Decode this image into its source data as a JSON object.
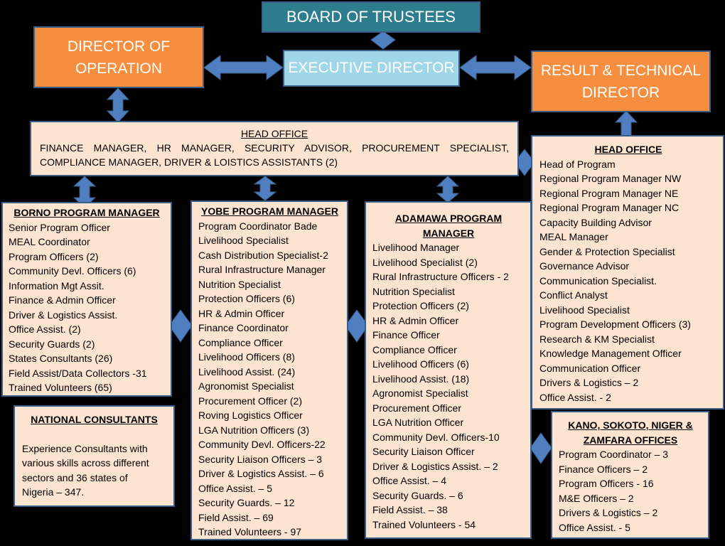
{
  "board": "BOARD OF TRUSTEES",
  "director_operation": [
    "DIRECTOR OF",
    "OPERATION"
  ],
  "executive_director": "EXECUTIVE DIRECTOR",
  "result_director": [
    "RESULT & TECHNICAL",
    "DIRECTOR"
  ],
  "head_office_left": {
    "title": "HEAD OFFICE",
    "line1": "FINANCE MANAGER, HR MANAGER, SECURITY ADVISOR, PROCUREMENT SPECIALIST,",
    "line2": "COMPLIANCE MANAGER, DRIVER & LOISTICS ASSISTANTS (2)"
  },
  "head_office_right": {
    "title": "HEAD OFFICE",
    "items": [
      "Head of Program",
      "Regional Program Manager NW",
      "Regional Program Manager NE",
      "Regional Program Manager NC",
      "Capacity Building Advisor",
      "MEAL Manager",
      "Gender & Protection Specialist",
      "Governance Advisor",
      "Communication Specialist.",
      "Conflict Analyst",
      "Livelihood Specialist",
      "Program Development Officers (3)",
      "Research & KM Specialist",
      "Knowledge Management Officer",
      "Communication Officer",
      "Drivers & Logistics – 2",
      "Office Assist. - 2"
    ]
  },
  "borno": {
    "title": "BORNO PROGRAM MANAGER",
    "items": [
      "Senior Program Officer",
      "MEAL Coordinator",
      "Program Officers (2)",
      "Community Devl. Officers (6)",
      "Information Mgt Assit.",
      "Finance & Admin Officer",
      "Driver & Logistics Assist.",
      "Office Assist. (2)",
      "Security Guards (2)",
      "States Consultants (26)",
      "Field Assist/Data Collectors -31",
      "Trained Volunteers (65)"
    ]
  },
  "national": {
    "title": "NATIONAL CONSULTANTS",
    "body": [
      "Experience Consultants with",
      "various skills across different",
      "sectors and 36 states of",
      "Nigeria – 347."
    ]
  },
  "yobe": {
    "title": "YOBE PROGRAM MANAGER",
    "items": [
      "Program Coordinator Bade",
      "Livelihood Specialist",
      "Cash Distribution Specialist-2",
      "Rural Infrastructure Manager",
      "Nutrition Specialist",
      "Protection Officers (6)",
      "HR & Admin Officer",
      "Finance Coordinator",
      "Compliance Officer",
      "Livelihood Officers (8)",
      "Livelihood Assist. (24)",
      "Agronomist Specialist",
      "Procurement Officer (2)",
      "Roving Logistics Officer",
      "LGA Nutrition Officers (3)",
      "Community Devl. Officers-22",
      "Security Liaison Officers – 3",
      "Driver & Logistics Assist. – 6",
      "Office Assist. – 5",
      "Security Guards. – 12",
      " Field Assist. – 69",
      "Trained Volunteers  - 97"
    ]
  },
  "adamawa": {
    "title": [
      "ADAMAWA  PROGRAM",
      "MANAGER"
    ],
    "items": [
      "Livelihood Manager",
      "Livelihood Specialist (2)",
      "Rural Infrastructure Officers - 2",
      "Nutrition Specialist",
      "Protection Officers (2)",
      "HR & Admin Officer",
      "Finance Officer",
      "Compliance Officer",
      "Livelihood Officers (6)",
      "Livelihood Assist. (18)",
      "Agronomist Specialist",
      "Procurement Officer",
      "LGA Nutrition Officer",
      "Community Devl. Officers-10",
      "Security Liaison Officer",
      "Driver & Logistics Assist. – 2",
      "Office Assist. – 4",
      "Security Guards. – 6",
      " Field Assist. – 38",
      "Trained Volunteers  - 54"
    ]
  },
  "kano": {
    "title": [
      "KANO, SOKOTO, NIGER &",
      "ZAMFARA OFFICES"
    ],
    "items": [
      "Program Coordinator – 3",
      "Finance Officers – 2",
      "Program  Officers - 16",
      "M&E Officers – 2",
      "Drivers & Logistics – 2",
      "Office Assist. - 5"
    ]
  },
  "colors": {
    "orange": "#f58e3f",
    "teal": "#2e7d8e",
    "light_blue": "#9fd6e8",
    "panel": "#fce4d1",
    "connector": "#4f7fc0"
  }
}
